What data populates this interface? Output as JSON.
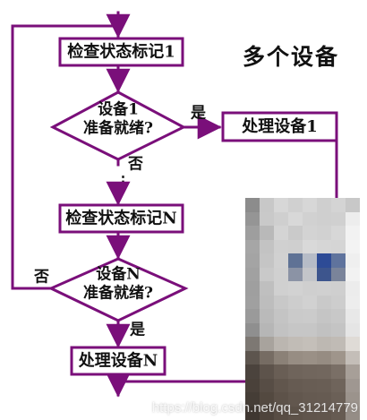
{
  "diagram": {
    "title": "多个设备",
    "nodes": [
      {
        "text": "检查状态标记1"
      },
      {
        "line1": "设备1",
        "line2": "准备就绪?"
      },
      {
        "text": "处理设备1"
      },
      {
        "text": "检查状态标记N"
      },
      {
        "line1": "设备N",
        "line2": "准备就绪?"
      },
      {
        "text": "处理设备N"
      }
    ],
    "labels": {
      "yes_1": "是",
      "no_1": "否",
      "no_n": "否",
      "yes_n": "是"
    },
    "ellipsis": "⋮"
  },
  "overlay": {
    "watermark": "https://blog.csdn.net/qq_31214779"
  },
  "colors": {
    "line": "#7a0f7a",
    "shape_fill": "#ffffff",
    "text": "#111111"
  }
}
